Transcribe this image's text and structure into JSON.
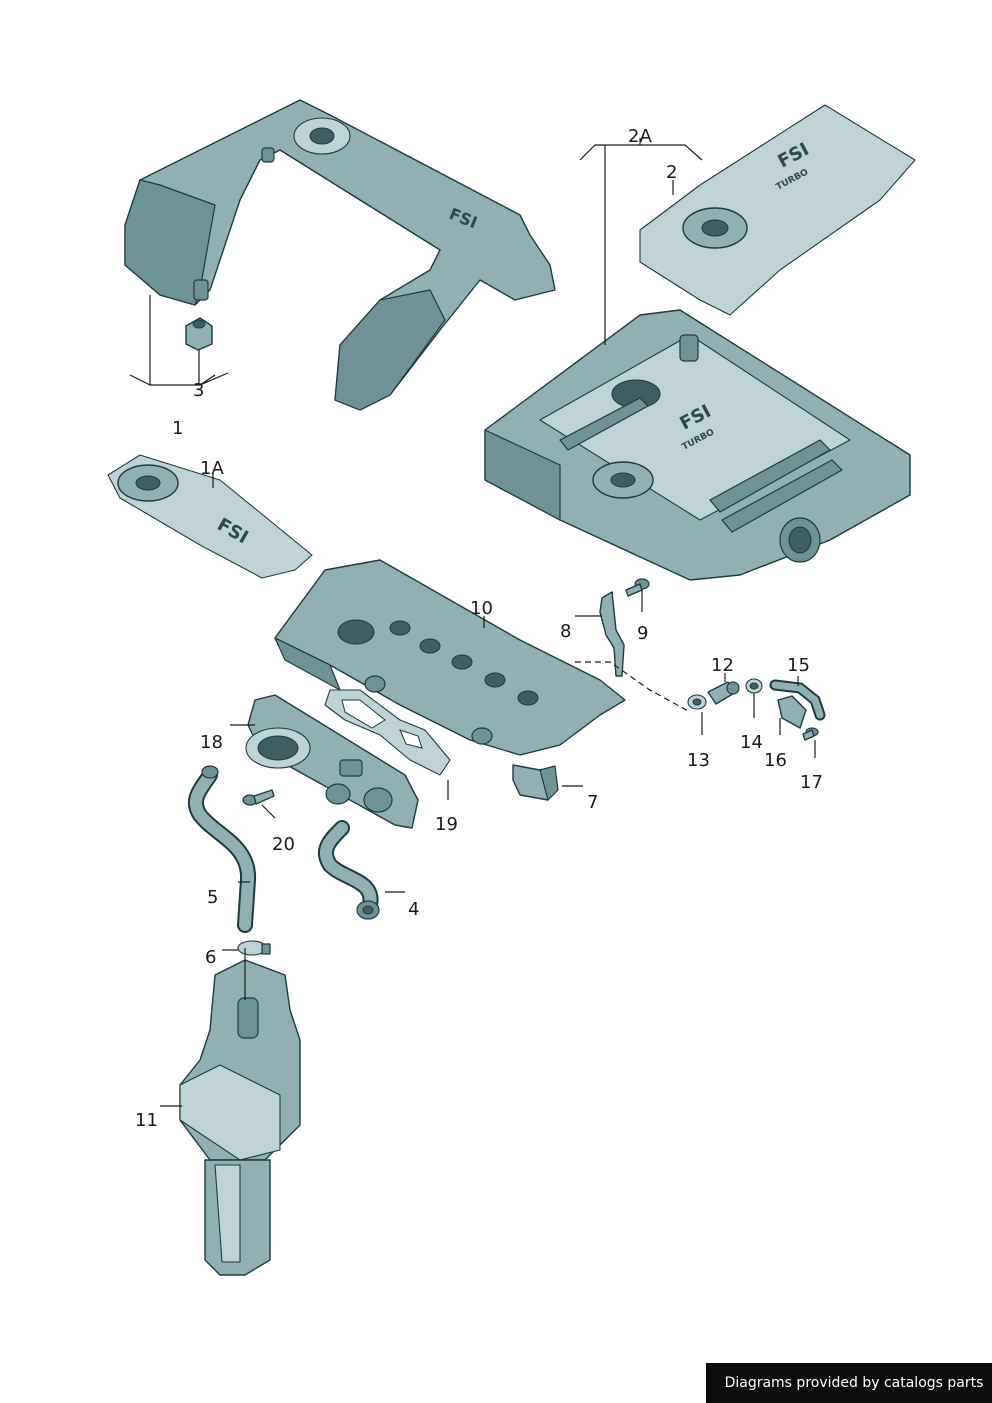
{
  "callouts": {
    "p1": "1",
    "p1A": "1A",
    "p2": "2",
    "p2A": "2A",
    "p3": "3",
    "p4": "4",
    "p5": "5",
    "p6": "6",
    "p7": "7",
    "p8": "8",
    "p9": "9",
    "p10": "10",
    "p11": "11",
    "p12": "12",
    "p13": "13",
    "p14": "14",
    "p15": "15",
    "p16": "16",
    "p17": "17",
    "p18": "18",
    "p19": "19",
    "p20": "20"
  },
  "markings": {
    "fsi": "FSI",
    "turbo": "TURBO"
  },
  "footer": {
    "credit": "Diagrams provided by catalogs parts"
  },
  "colors": {
    "part": "#8fb1b4",
    "outline": "#1e3b3f",
    "credit_bg": "#0d0d0d"
  }
}
